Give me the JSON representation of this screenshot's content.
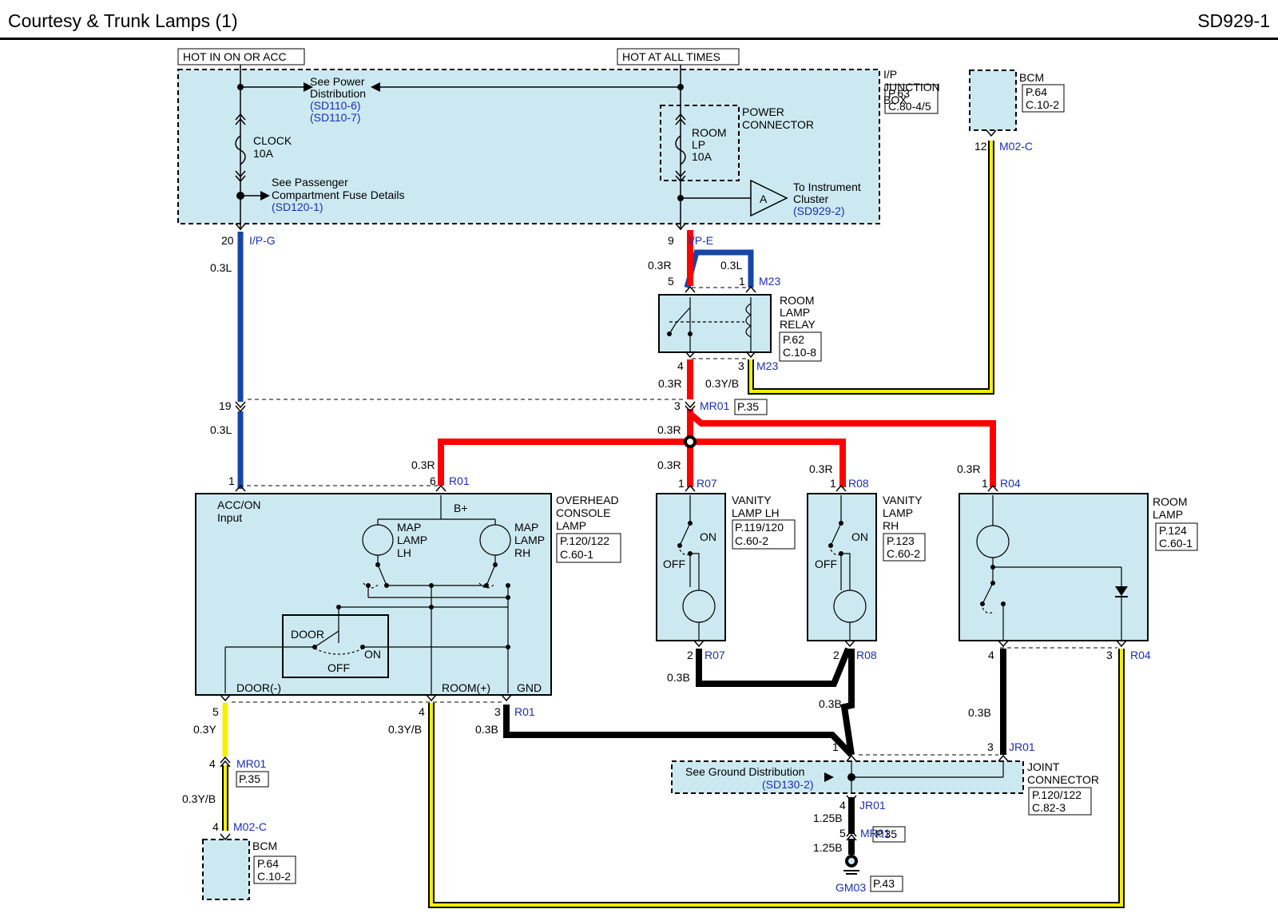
{
  "header": {
    "title": "Courtesy & Trunk Lamps (1)",
    "code": "SD929-1"
  },
  "supplies": {
    "hot_on_acc": "HOT IN ON OR ACC",
    "hot_all_times": "HOT AT ALL TIMES"
  },
  "ip_junction_box": {
    "name_lines": [
      "I/P",
      "JUNCTION",
      "BOX"
    ],
    "ref_lines": [
      "P.63",
      "C.80-4/5"
    ],
    "see_power": [
      "See Power",
      "Distribution"
    ],
    "see_power_refs": [
      "(SD110-6)",
      "(SD110-7)"
    ],
    "clock_fuse": [
      "CLOCK",
      "10A"
    ],
    "see_passenger": [
      "See Passenger",
      "Compartment Fuse Details"
    ],
    "see_passenger_ref": "(SD120-1)",
    "power_connector": [
      "POWER",
      "CONNECTOR"
    ],
    "room_fuse": [
      "ROOM",
      "LP",
      "10A"
    ],
    "to_cluster": [
      "To Instrument",
      "Cluster"
    ],
    "to_cluster_ref": "(SD929-2)",
    "connector_a": "A"
  },
  "bcm_top": {
    "name": "BCM",
    "ref_lines": [
      "P.64",
      "C.10-2"
    ],
    "pin": "12",
    "conn": "M02-C"
  },
  "room_lamp_relay": {
    "name_lines": [
      "ROOM",
      "LAMP",
      "RELAY"
    ],
    "ref_lines": [
      "P.62",
      "C.10-8"
    ],
    "conn": "M23"
  },
  "overhead_console": {
    "name_lines": [
      "OVERHEAD",
      "CONSOLE",
      "LAMP"
    ],
    "ref_lines": [
      "P.120/122",
      "C.60-1"
    ],
    "acc_on": [
      "ACC/ON",
      "Input"
    ],
    "b_plus": "B+",
    "map_lh": [
      "MAP",
      "LAMP",
      "LH"
    ],
    "map_rh": [
      "MAP",
      "LAMP",
      "RH"
    ],
    "door": "DOOR",
    "on": "ON",
    "off": "OFF",
    "door_minus": "DOOR(-)",
    "room_plus": "ROOM(+)",
    "gnd": "GND"
  },
  "vanity_lh": {
    "name_lines": [
      "VANITY",
      "LAMP LH"
    ],
    "ref_lines": [
      "P.119/120",
      "C.60-2"
    ],
    "on": "ON",
    "off": "OFF"
  },
  "vanity_rh": {
    "name_lines": [
      "VANITY",
      "LAMP",
      "RH"
    ],
    "ref_lines": [
      "P.123",
      "C.60-2"
    ],
    "on": "ON",
    "off": "OFF"
  },
  "room_lamp": {
    "name_lines": [
      "ROOM",
      "LAMP"
    ],
    "ref_lines": [
      "P.124",
      "C.60-1"
    ]
  },
  "joint_connector": {
    "name_lines": [
      "JOINT",
      "CONNECTOR"
    ],
    "ref_lines": [
      "P.120/122",
      "C.82-3"
    ],
    "see_ground": "See Ground Distribution",
    "see_ground_ref": "(SD130-2)"
  },
  "bcm_bottom": {
    "name": "BCM",
    "ref_lines": [
      "P.64",
      "C.10-2"
    ]
  },
  "ground": {
    "name": "GM03",
    "ref": "P.43"
  },
  "labels": {
    "pin_20": "20",
    "ipg": "I/P-G",
    "w_03l_a": "0.3L",
    "pin_9": "9",
    "ipe": "I/P-E",
    "w_03r_relay": "0.3R",
    "w_03l_relay": "0.3L",
    "pin_5": "5",
    "pin_1_relay": "1",
    "pin_4_relay": "4",
    "pin_3_relay": "3",
    "w_03r_b": "0.3R",
    "w_03yb_relay": "0.3Y/B",
    "pin_19": "19",
    "pin_3_mr": "3",
    "mr01": "MR01",
    "p35": "P.35",
    "w_03l_b": "0.3L",
    "w_03r_c": "0.3R",
    "pin_1_acc": "1",
    "pin_6": "6",
    "r01": "R01",
    "w_03r_ovh": "0.3R",
    "w_03r_r07": "0.3R",
    "pin_1_r07": "1",
    "r07": "R07",
    "w_03r_r08": "0.3R",
    "pin_1_r08": "1",
    "r08": "R08",
    "w_03r_r04": "0.3R",
    "pin_1_r04": "1",
    "r04": "R04",
    "pin_2_r07": "2",
    "r07_b": "R07",
    "pin_2_r08": "2",
    "r08_b": "R08",
    "pin_4_room": "4",
    "pin_3_room": "3",
    "r04_b": "R04",
    "w_03b_a": "0.3B",
    "w_03b_b": "0.3B",
    "w_03b_c": "0.3B",
    "pin_5_ovh": "5",
    "pin_4_ovh": "4",
    "pin_3_ovh": "3",
    "r01_b": "R01",
    "w_03y": "0.3Y",
    "w_03yb_ovh": "0.3Y/B",
    "w_03b_ovh": "0.3B",
    "pin_4_mr": "4",
    "mr01_b": "MR01",
    "p35_b": "P.35",
    "w_03yb_b": "0.3Y/B",
    "pin_4_bcm": "4",
    "m02c_b": "M02-C",
    "pin_1_jc": "1",
    "pin_3_jc": "3",
    "jr01": "JR01",
    "pin_4_jc": "4",
    "jr01_b": "JR01",
    "w_125b_a": "1.25B",
    "pin_5_mr": "5",
    "mr01_c": "MR01",
    "p35_c": "P.35",
    "w_125b_b": "1.25B",
    "m23_b": "M23"
  },
  "colors": {
    "red": "#ff0000",
    "blue": "#1546a8",
    "yellow": "#f5f000",
    "black": "#000000",
    "panel": "#cce9f1",
    "ref_blue": "#1a2fb5"
  }
}
